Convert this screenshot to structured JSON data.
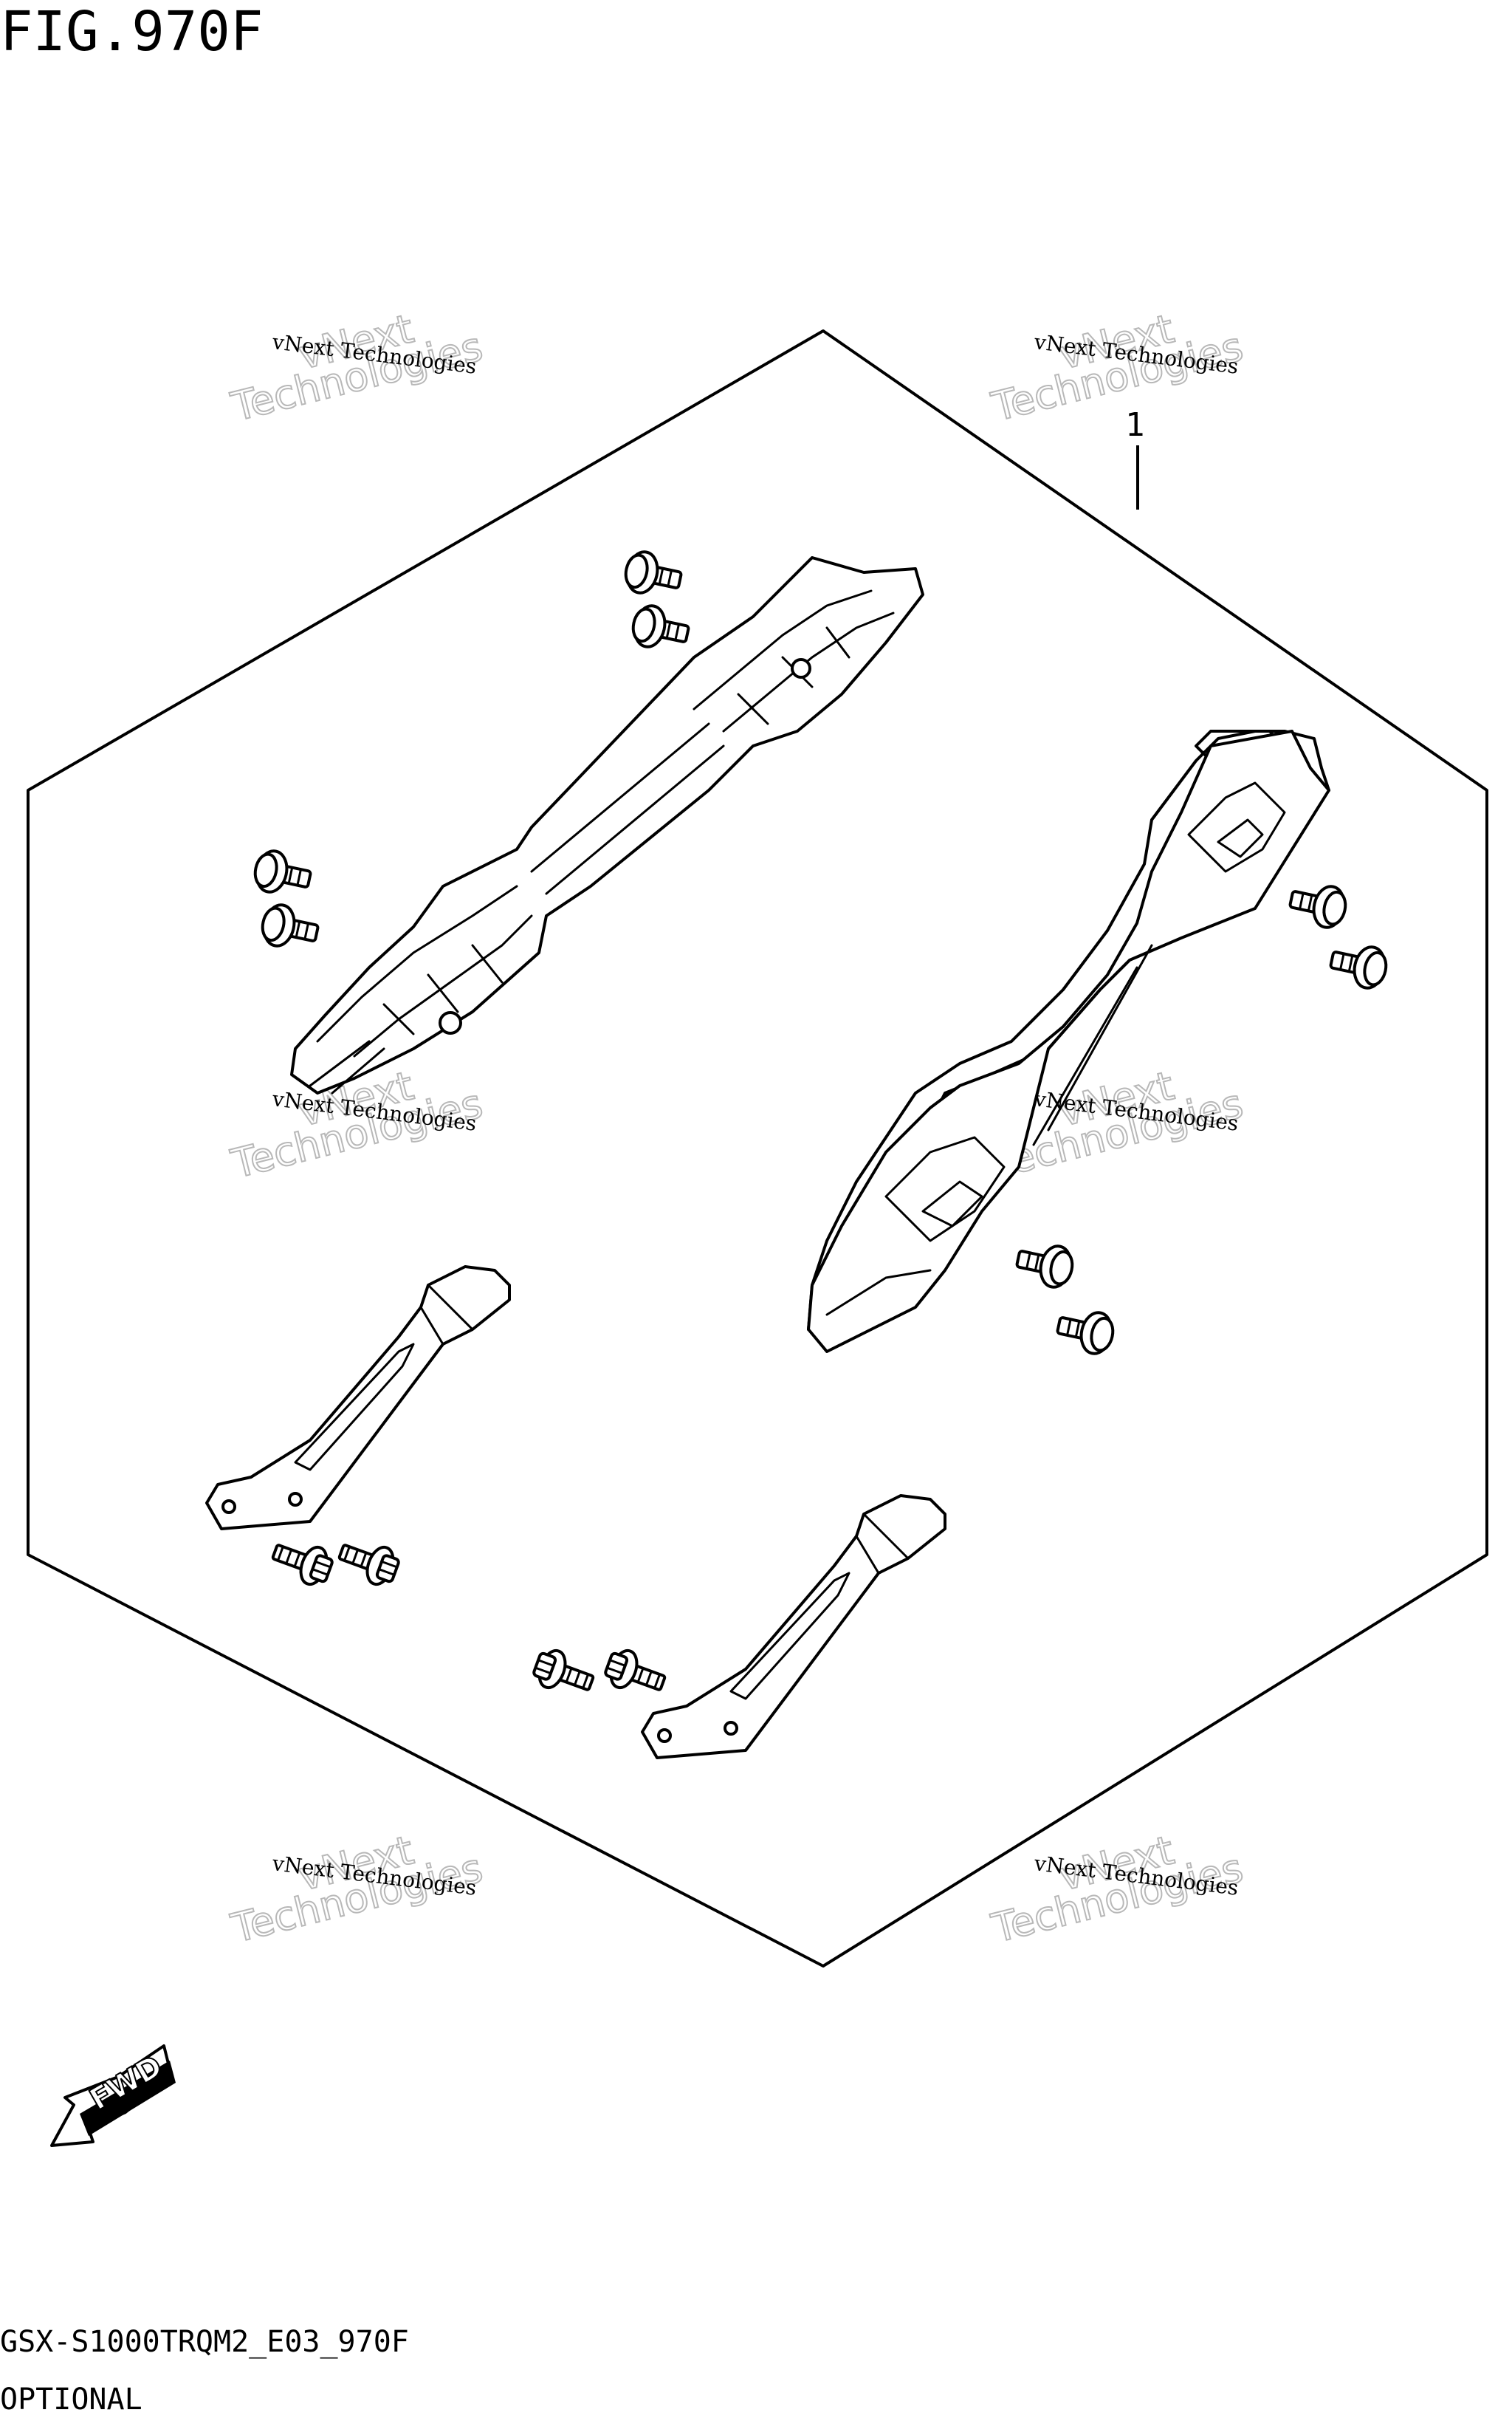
{
  "figure": {
    "title": "FIG.970F",
    "part_code": "GSX-S1000TRQM2_E03_970F",
    "section_label": "OPTIONAL"
  },
  "callouts": [
    {
      "label": "1"
    }
  ],
  "watermark": {
    "small_text": "vNext Technologies",
    "big_line1": "vNext",
    "big_line2": "Technologies"
  },
  "direction_indicator": {
    "label": "FWD"
  },
  "icons": [
    "fwd-arrow-icon",
    "bolt-icon",
    "flange-bolt-icon"
  ]
}
